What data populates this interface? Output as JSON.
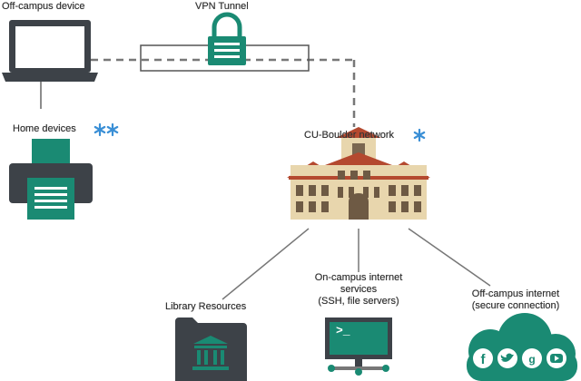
{
  "nodes": {
    "off_campus_device": "Off-campus device",
    "vpn_tunnel": "VPN Tunnel",
    "home_devices": "Home devices",
    "cu_boulder_network": "CU-Boulder network",
    "library_resources": "Library Resources",
    "on_campus_services": "On-campus internet services (SSH, file servers)",
    "off_campus_internet": "Off-campus internet (secure connection)"
  },
  "labels": {
    "on_campus_line1": "On-campus internet",
    "on_campus_line2": "services",
    "on_campus_line3": "(SSH, file servers)",
    "off_campus_inet_line1": "Off-campus internet",
    "off_campus_inet_line2": "(secure connection)",
    "terminal_prompt": ">_"
  },
  "colors": {
    "teal": "#1a8a73",
    "dark": "#3d4248",
    "line": "#777777",
    "accent_blue": "#3a8fd6",
    "roof": "#b4492f",
    "building": "#e8d6ad"
  },
  "icons": [
    "laptop-icon",
    "lock-icon",
    "printer-icon",
    "building-icon",
    "folder-library-icon",
    "terminal-monitor-icon",
    "cloud-social-icon",
    "facebook-icon",
    "twitter-icon",
    "google-plus-icon",
    "youtube-icon",
    "asterisk-icon"
  ]
}
